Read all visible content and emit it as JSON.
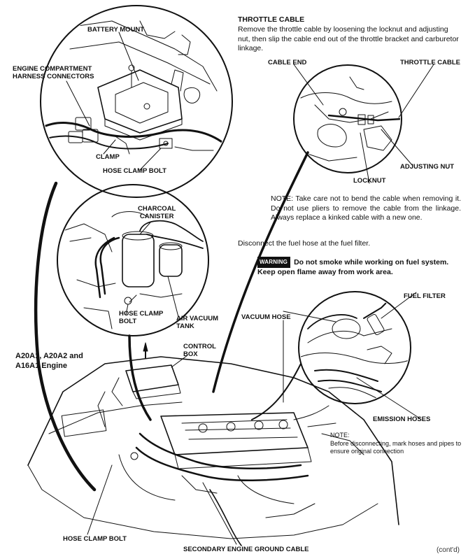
{
  "throttle_section": {
    "heading": "THROTTLE CABLE",
    "instruction": "Remove the throttle cable by loosening the locknut and adjusting nut, then slip the cable end out of the throttle bracket and carburetor linkage."
  },
  "note_cable": "NOTE: Take care not to bend the cable when removing it. Do not use pliers to remove the cable from the linkage. Always replace a kinked cable with a new one.",
  "fuel_instruction": "Disconnect the fuel hose at the fuel filter.",
  "warning": {
    "badge": "WARNING",
    "text": "Do not smoke while working on fuel system. Keep open flame away from work area."
  },
  "note_hoses": {
    "title": "NOTE:",
    "body": "Before disconnecting, mark hoses and pipes to ensure original connection"
  },
  "labels": {
    "battery_mount": "BATTERY MOUNT",
    "harness_connectors": "ENGINE COMPARTMENT\nHARNESS CONNECTORS",
    "clamp": "CLAMP",
    "hose_clamp_bolt_top": "HOSE CLAMP BOLT",
    "cable_end": "CABLE END",
    "throttle_cable": "THROTTLE CABLE",
    "adjusting_nut": "ADJUSTING NUT",
    "locknut": "LOCKNUT",
    "charcoal_canister": "CHARCOAL\nCANISTER",
    "hose_clamp_bolt_mid": "HOSE CLAMP\nBOLT",
    "air_vacuum_tank": "AIR VACUUM\nTANK",
    "vacuum_hose": "VACUUM HOSE",
    "fuel_filter": "FUEL FILTER",
    "control_box": "CONTROL\nBOX",
    "engine_models": "A20A1, A20A2 and\nA16A1 Engine",
    "emission_hoses": "EMISSION HOSES",
    "hose_clamp_bolt_bottom": "HOSE CLAMP BOLT",
    "secondary_ground": "SECONDARY ENGINE GROUND CABLE"
  },
  "page_continuation": "(cont'd)"
}
